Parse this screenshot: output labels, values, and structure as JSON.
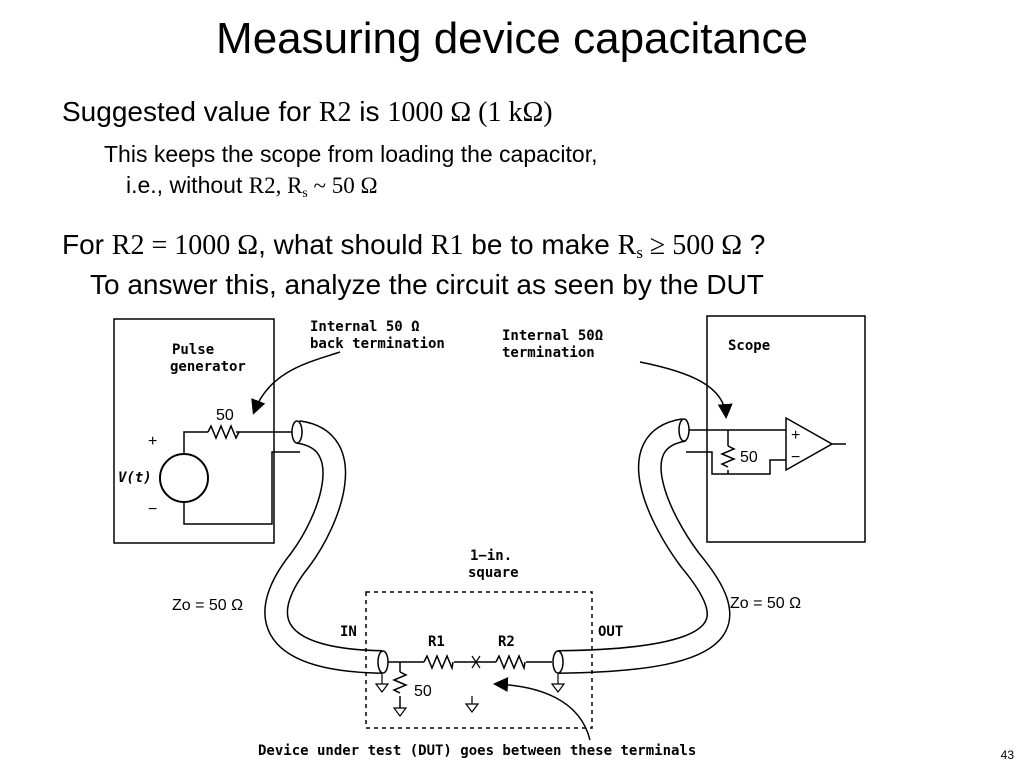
{
  "slide": {
    "title": "Measuring device capacitance",
    "line1": {
      "a": "Suggested value for ",
      "b": "R2",
      "c": " is ",
      "d": "1000 Ω (1 kΩ)"
    },
    "line2": "This keeps the scope from loading the capacitor,",
    "line3": {
      "a": "i.e., without ",
      "b": "R2, R",
      "sub": "s",
      "c": " ~ 50 Ω"
    },
    "line4": {
      "a": "For ",
      "b": "R2 = 1000 Ω",
      "c": ", what should ",
      "d": "R1",
      "e": " be to make ",
      "f": "R",
      "sub": "s",
      "g": " ≥ 500 Ω",
      "h": " ?"
    },
    "line5": "To answer this, analyze the circuit as seen by the DUT",
    "page_number": "43"
  },
  "figure": {
    "pulse_label_1": "Pulse",
    "pulse_label_2": "generator",
    "scope_label": "Scope",
    "internal_back_1": "Internal 50 Ω",
    "internal_back_2": "back termination",
    "internal_term_1": "Internal 50Ω",
    "internal_term_2": "termination",
    "r_gen": "50",
    "plus": "+",
    "minus": "−",
    "vt": "V(t)",
    "r_scope": "50",
    "opamp_plus": "+",
    "opamp_minus": "−",
    "square_1": "1−in.",
    "square_2": "square",
    "z_left": "Zo = 50 Ω",
    "z_right": "Zo = 50 Ω",
    "in_label": "IN",
    "out_label": "OUT",
    "r1_label": "R1",
    "r2_label": "R2",
    "r_dut": "50",
    "caption": "Device under test (DUT) goes between these terminals"
  }
}
